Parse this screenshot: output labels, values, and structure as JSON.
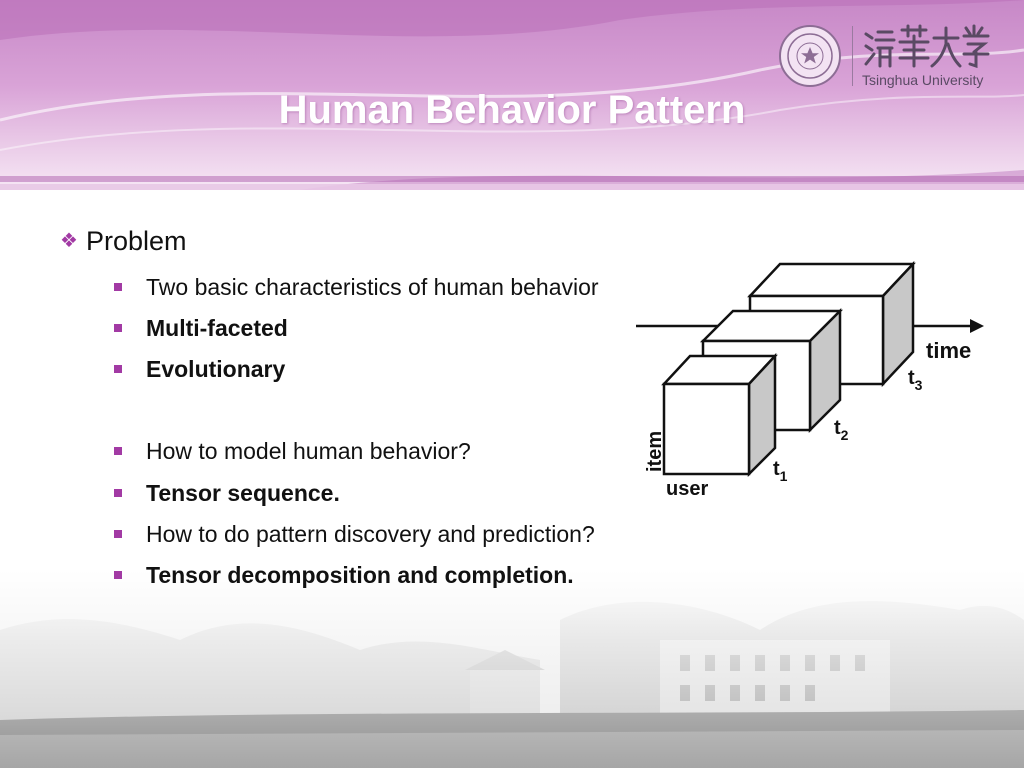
{
  "header": {
    "title": "Human Behavior Pattern",
    "logo_text": "Tsinghua University",
    "logo_cn": "清華大學"
  },
  "slide": {
    "level1": "Problem",
    "bullets": [
      {
        "text": "Two basic characteristics of human behavior",
        "bold": false
      },
      {
        "text": "Multi-faceted",
        "bold": true
      },
      {
        "text": "Evolutionary",
        "bold": true
      },
      {
        "text": "How to model human behavior?",
        "bold": false
      },
      {
        "text": "Tensor sequence.",
        "bold": true
      },
      {
        "text": "How to do pattern discovery and prediction?",
        "bold": false
      },
      {
        "text": "Tensor decomposition and completion.",
        "bold": true
      }
    ]
  },
  "diagram": {
    "time_label": "time",
    "item_label": "item",
    "user_label": "user",
    "t_labels": [
      {
        "base": "t",
        "sub": "1"
      },
      {
        "base": "t",
        "sub": "2"
      },
      {
        "base": "t",
        "sub": "3"
      }
    ]
  },
  "colors": {
    "accent": "#a23aa4",
    "header_top": "#c788c7",
    "header_bottom": "#f6e7f5",
    "title": "#ffffff"
  }
}
